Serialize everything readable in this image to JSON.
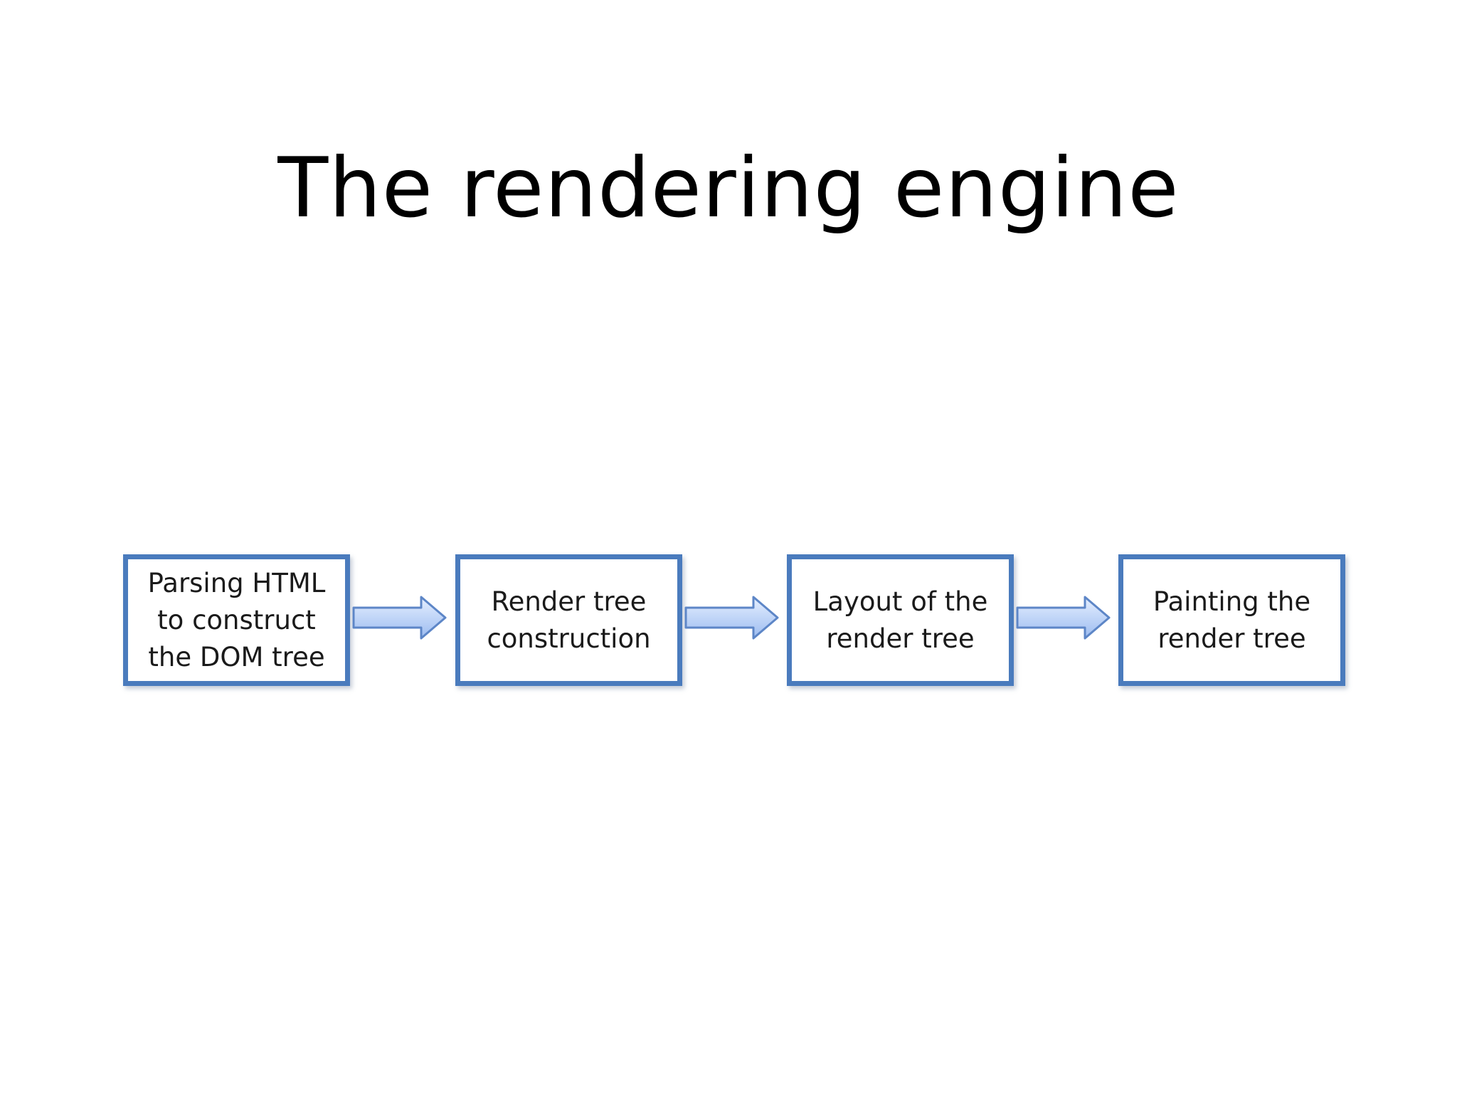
{
  "slide": {
    "title": "The rendering engine"
  },
  "flow": {
    "steps": [
      {
        "label": "Parsing HTML\nto construct\nthe DOM tree"
      },
      {
        "label": "Render tree\nconstruction"
      },
      {
        "label": "Layout of the\nrender tree"
      },
      {
        "label": "Painting the\nrender tree"
      }
    ]
  },
  "colors": {
    "box_border": "#4a7bbd",
    "arrow_fill_light": "#e6efff",
    "arrow_fill_dark": "#9cbcf0",
    "arrow_stroke": "#5d86c7"
  }
}
